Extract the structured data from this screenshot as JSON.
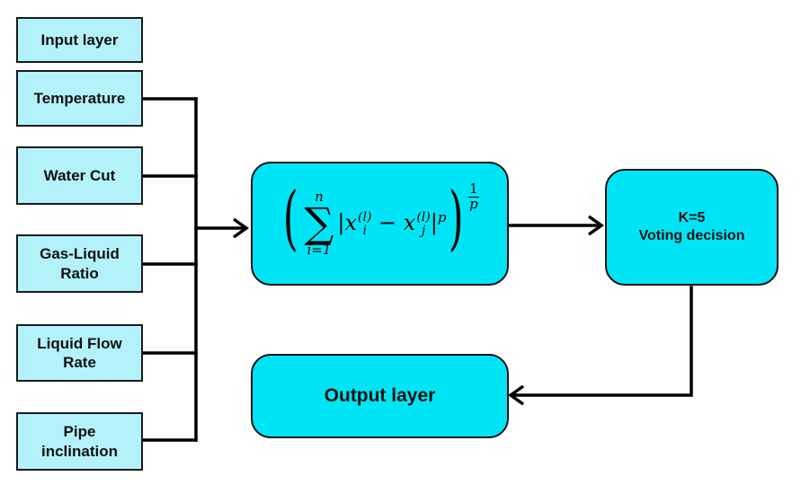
{
  "diagram": {
    "input_title": "Input layer",
    "inputs": [
      {
        "label": "Temperature"
      },
      {
        "label": "Water Cut"
      },
      {
        "label": "Gas-Liquid Ratio"
      },
      {
        "label": "Liquid Flow Rate"
      },
      {
        "label": "Pipe inclination"
      }
    ],
    "distance_formula": {
      "sum_upper": "n",
      "sum_lower": "i=1",
      "sum_symbol": "∑",
      "term_a": "|x",
      "sub_a": "i",
      "sup_a": "(l)",
      "minus": " − ",
      "term_b": "x",
      "sub_b": "j",
      "sup_b": "(l)",
      "term_end": "|",
      "power": "p",
      "outer_exp_num": "1",
      "outer_exp_den": "p"
    },
    "voting": {
      "line1": "K=5",
      "line2": "Voting decision"
    },
    "output_title": "Output layer"
  },
  "colors": {
    "input_fill": "#b3f2fb",
    "process_fill": "#00e5f5",
    "line": "#000000"
  }
}
